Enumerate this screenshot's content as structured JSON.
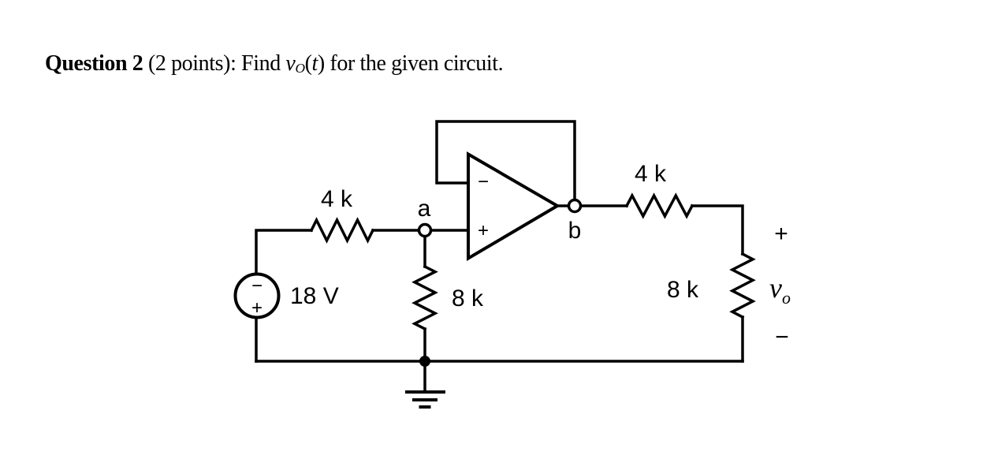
{
  "question": {
    "number": "Question 2",
    "points_find": " (2 points): Find ",
    "var_v": "v",
    "var_sub": "O",
    "open_paren": "(",
    "var_t": "t",
    "tail": ") for the given circuit."
  },
  "circuit": {
    "source": {
      "label": "18 V",
      "polarity_top": "−",
      "polarity_bottom": "+"
    },
    "resistors": {
      "input": "4 k",
      "shunt": "8 k",
      "series_out": "4 k",
      "load": "8 k"
    },
    "nodes": {
      "a": "a",
      "b": "b"
    },
    "opamp": {
      "inverting": "−",
      "noninverting": "+"
    },
    "output": {
      "plus": "+",
      "v": "v",
      "sub": "o",
      "minus": "−"
    },
    "colors": {
      "line": "#000000",
      "accent": "#2e86c3"
    }
  }
}
